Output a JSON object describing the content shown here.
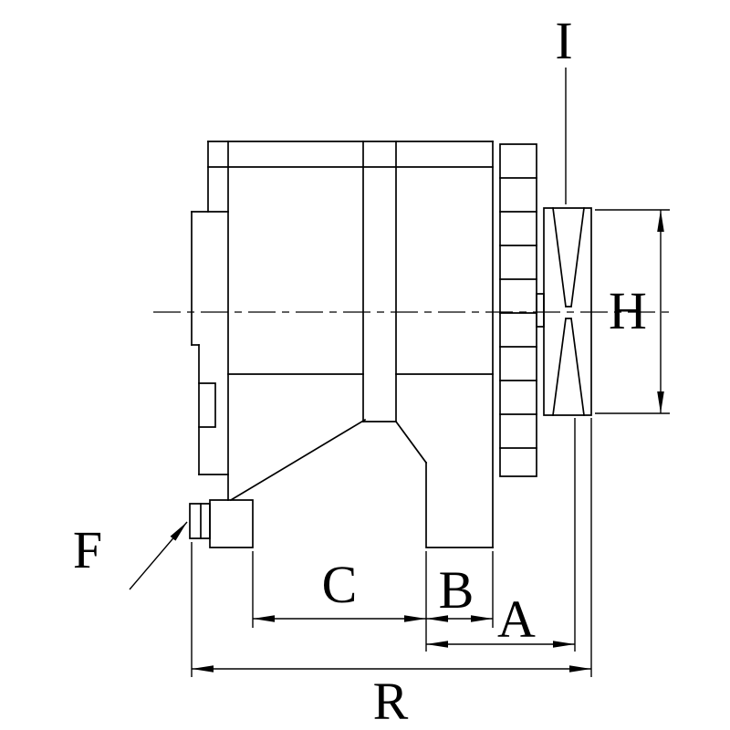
{
  "page": {
    "background": "#ffffff"
  },
  "drawing": {
    "type": "technical-dimension-drawing",
    "subject": "alternator side view",
    "line_color": "#000000",
    "labels": {
      "i": "I",
      "h": "H",
      "f": "F",
      "c": "C",
      "b": "B",
      "a": "A",
      "r": "R"
    }
  }
}
